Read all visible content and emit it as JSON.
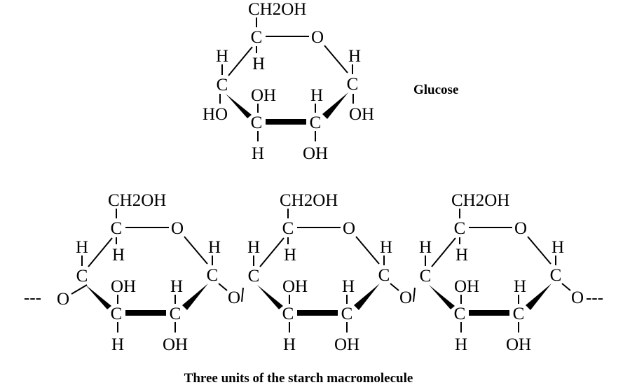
{
  "glucose": {
    "label": "Glucose",
    "atoms": {
      "carbon": "C",
      "ring_oxygen": "O",
      "hydrogen": "H",
      "hydroxyl": "OH",
      "hydroxyl_left": "HO",
      "ch2oh": "CH2OH"
    }
  },
  "starch": {
    "caption": "Three units of the starch macromolecule",
    "unit_count": 3,
    "link_oxygen": "O",
    "chain_dashes": "---"
  },
  "colors": {
    "ink": "#000000",
    "background": "#ffffff"
  }
}
